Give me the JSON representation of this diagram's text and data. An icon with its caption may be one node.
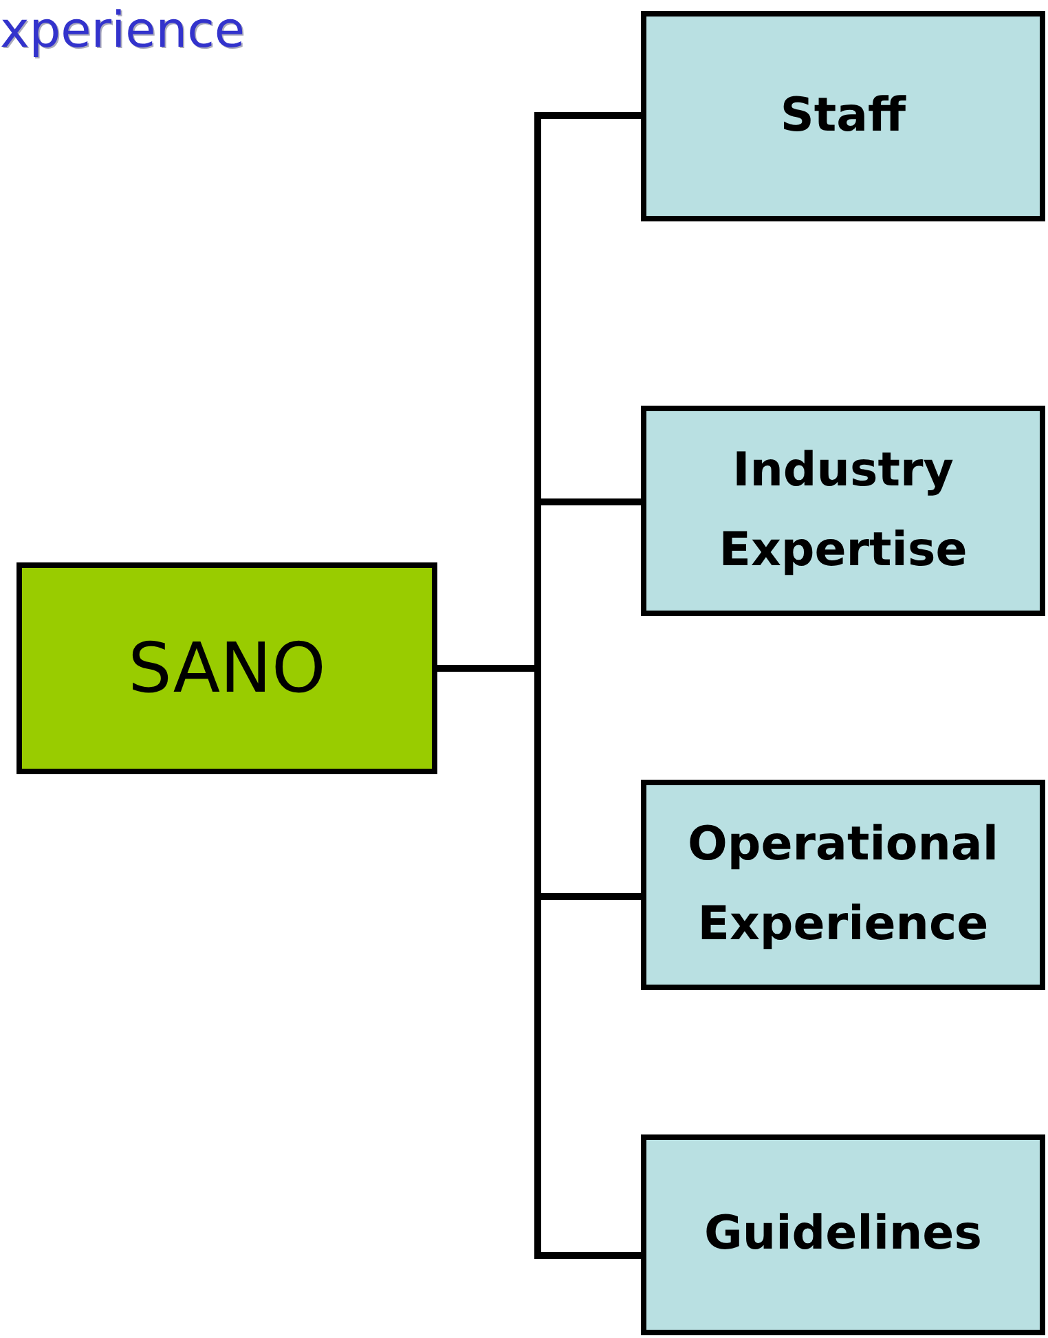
{
  "diagram": {
    "title": "xperience",
    "nodes": [
      {
        "text": [
          "SANO"
        ]
      },
      {
        "text": [
          "Staff"
        ]
      },
      {
        "text": [
          "Industry Expertise"
        ]
      },
      {
        "text": [
          "Operational Experience"
        ]
      },
      {
        "text": [
          "Guidelines"
        ]
      }
    ],
    "edges": [
      {
        "from": 0,
        "to": 1,
        "arrow": "none"
      },
      {
        "from": 0,
        "to": 2,
        "arrow": "none"
      },
      {
        "from": 0,
        "to": 3,
        "arrow": "none"
      },
      {
        "from": 0,
        "to": 4,
        "arrow": "none"
      }
    ]
  }
}
